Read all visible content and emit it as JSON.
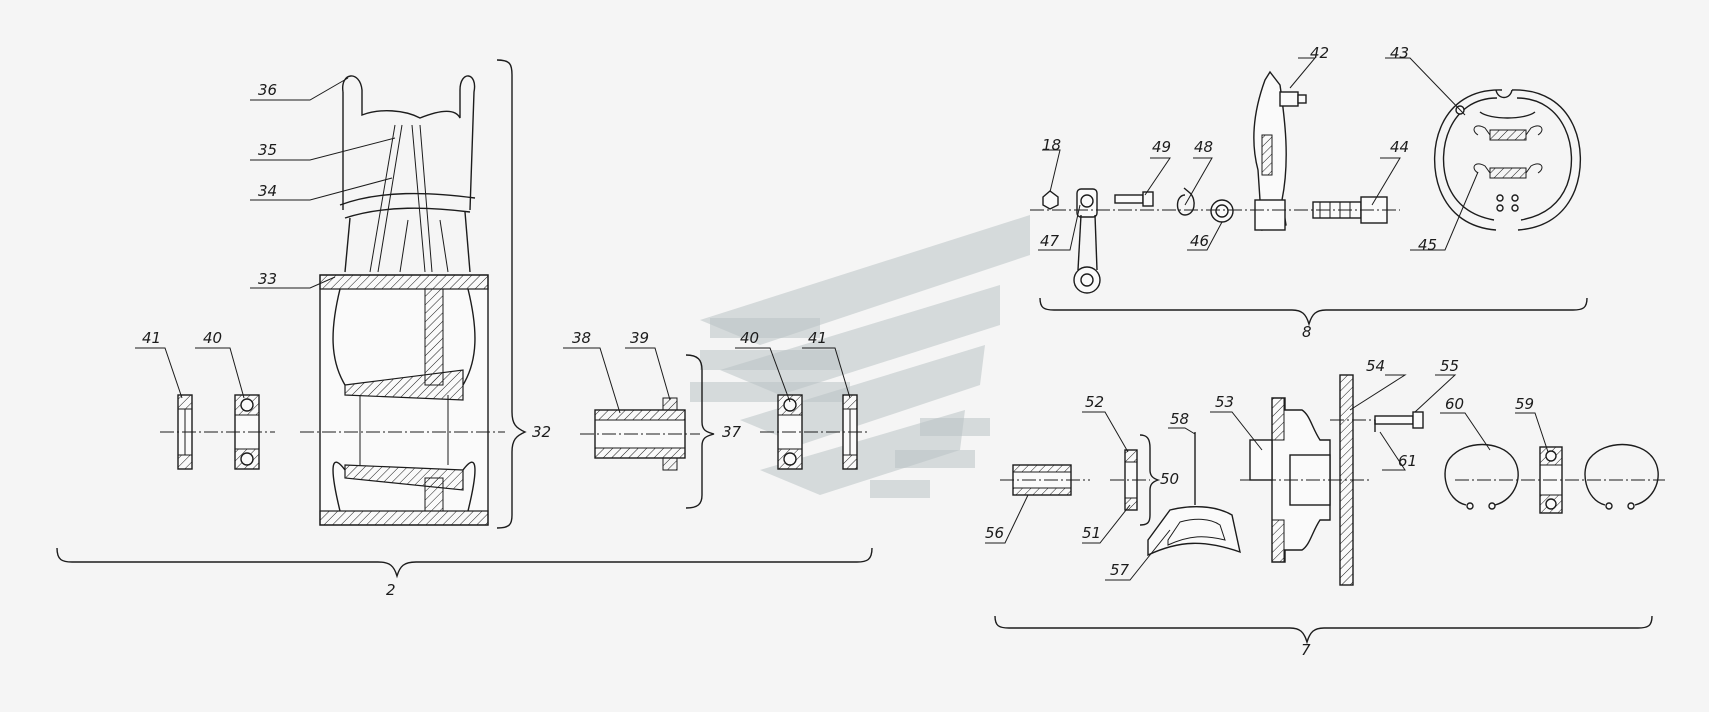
{
  "callouts": {
    "n36": "36",
    "n35": "35",
    "n34": "34",
    "n33": "33",
    "n41a": "41",
    "n40a": "40",
    "n38": "38",
    "n39": "39",
    "n40b": "40",
    "n41b": "41",
    "n32": "32",
    "n37": "37",
    "n2": "2",
    "n42": "42",
    "n43": "43",
    "n18": "18",
    "n49": "49",
    "n48": "48",
    "n44": "44",
    "n47": "47",
    "n46": "46",
    "n45": "45",
    "n8": "8",
    "n52": "52",
    "n58": "58",
    "n53": "53",
    "n54": "54",
    "n55": "55",
    "n60": "60",
    "n59": "59",
    "n50": "50",
    "n61": "61",
    "n56": "56",
    "n51": "51",
    "n57": "57",
    "n7": "7"
  },
  "colors": {
    "ink": "#1c1c1c",
    "paper": "#f5f5f5",
    "watermark": "#b9c2c4"
  }
}
